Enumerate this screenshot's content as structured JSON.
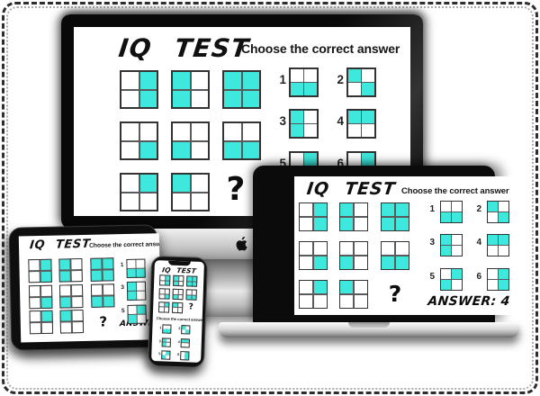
{
  "colors": {
    "accent": "#3EE8DC",
    "grid_line": "#5a5a5a",
    "grid_border": "#333333"
  },
  "screen": {
    "title": "IQ TEST",
    "subtitle": "Choose the correct answer",
    "question_mark": "?",
    "answer_text": "ANSWER: 4"
  },
  "puzzle_grid": [
    [
      0,
      1,
      0,
      1
    ],
    [
      1,
      0,
      1,
      0
    ],
    [
      1,
      1,
      1,
      1
    ],
    [
      0,
      0,
      0,
      1
    ],
    [
      0,
      0,
      1,
      0
    ],
    [
      0,
      0,
      1,
      1
    ],
    [
      0,
      1,
      0,
      0
    ],
    [
      1,
      0,
      0,
      0
    ],
    null
  ],
  "answer_options": [
    {
      "number": "1",
      "cells": [
        0,
        0,
        1,
        1
      ]
    },
    {
      "number": "2",
      "cells": [
        1,
        0,
        0,
        1
      ]
    },
    {
      "number": "3",
      "cells": [
        1,
        0,
        1,
        0
      ]
    },
    {
      "number": "4",
      "cells": [
        1,
        1,
        0,
        0
      ]
    },
    {
      "number": "5",
      "cells": [
        0,
        1,
        1,
        0
      ]
    },
    {
      "number": "6",
      "cells": [
        0,
        1,
        0,
        1
      ]
    }
  ],
  "devices": [
    "imac-monitor",
    "laptop",
    "tablet",
    "smartphone"
  ]
}
